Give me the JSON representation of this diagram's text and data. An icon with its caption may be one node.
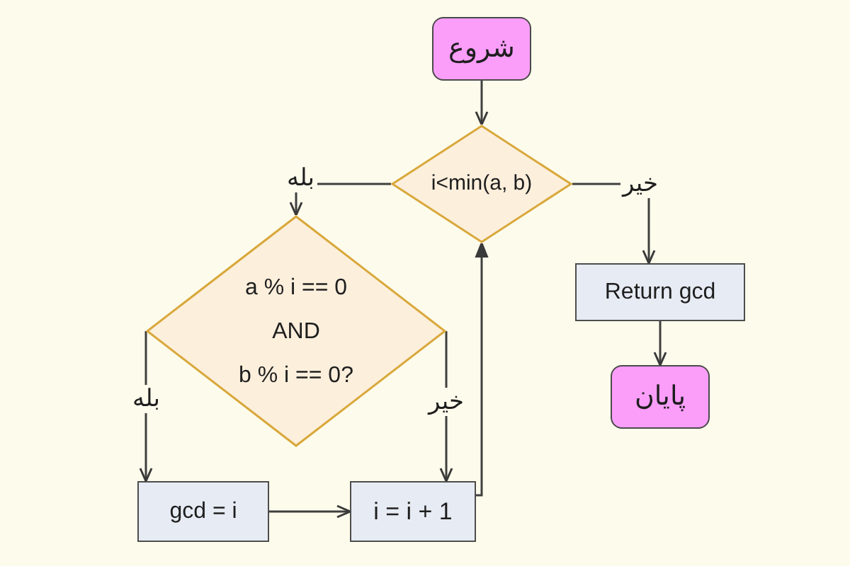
{
  "diagram": {
    "nodes": [
      {
        "text": [
          "شروع"
        ]
      },
      {
        "text": [
          "i<min(a, b)"
        ]
      },
      {
        "text": [
          "a % i == 0",
          "AND",
          "b % i == 0?"
        ]
      },
      {
        "text": [
          "Return gcd"
        ]
      },
      {
        "text": [
          "پایان"
        ]
      },
      {
        "text": [
          "gcd = i"
        ]
      },
      {
        "text": [
          "i = i + 1"
        ]
      }
    ],
    "edges": [
      {
        "from": 0,
        "to": 1,
        "arrow": "to"
      },
      {
        "from": 1,
        "to": 2,
        "arrow": "to",
        "label": "بله"
      },
      {
        "from": 1,
        "to": 3,
        "arrow": "to",
        "label": "خیر"
      },
      {
        "from": 3,
        "to": 4,
        "arrow": "to"
      },
      {
        "from": 2,
        "to": 5,
        "arrow": "to",
        "label": "بله"
      },
      {
        "from": 2,
        "to": 6,
        "arrow": "to",
        "label": "خیر"
      },
      {
        "from": 5,
        "to": 6,
        "arrow": "to"
      },
      {
        "from": 6,
        "to": 1,
        "arrow": "to"
      }
    ]
  }
}
